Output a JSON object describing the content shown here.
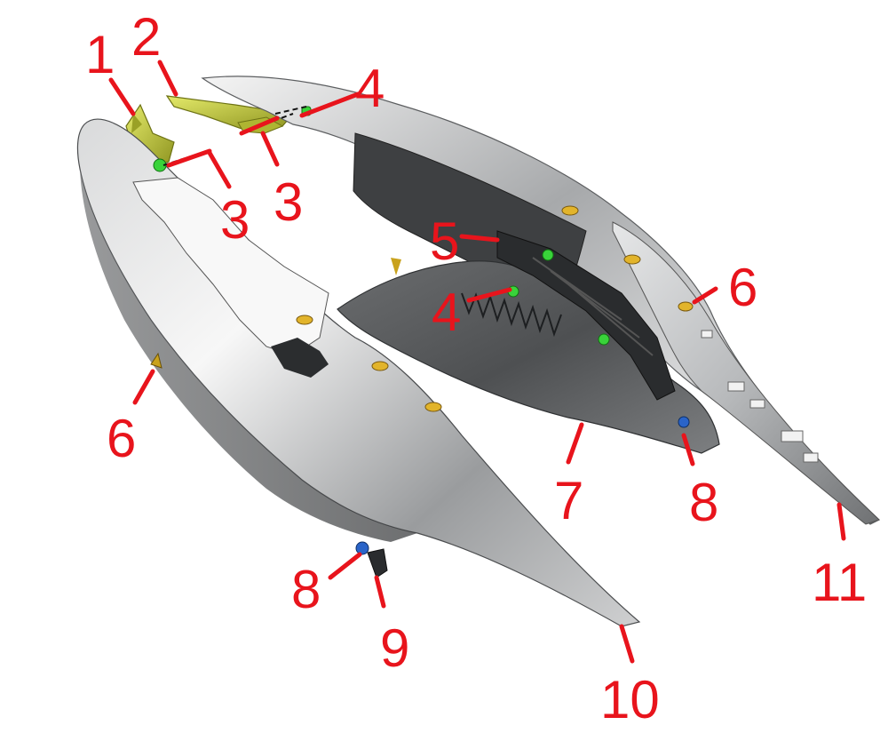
{
  "diagram": {
    "callouts": [
      {
        "id": "c1",
        "text": "1"
      },
      {
        "id": "c2",
        "text": "2"
      },
      {
        "id": "c3a",
        "text": "3"
      },
      {
        "id": "c3b",
        "text": "3"
      },
      {
        "id": "c4a",
        "text": "4"
      },
      {
        "id": "c4b",
        "text": "4"
      },
      {
        "id": "c5",
        "text": "5"
      },
      {
        "id": "c6a",
        "text": "6"
      },
      {
        "id": "c6b",
        "text": "6"
      },
      {
        "id": "c7",
        "text": "7"
      },
      {
        "id": "c8a",
        "text": "8"
      },
      {
        "id": "c8b",
        "text": "8"
      },
      {
        "id": "c9",
        "text": "9"
      },
      {
        "id": "c10",
        "text": "10"
      },
      {
        "id": "c11",
        "text": "11"
      }
    ],
    "colors": {
      "callout": "#e8141c",
      "panel_light": "#e9eaea",
      "panel_dark": "#5a5c5e",
      "bracket": "#c8cf3a",
      "grommet": "#e2b42b",
      "clip_green": "#39d33a",
      "bolt_blue": "#2a64c8"
    }
  }
}
